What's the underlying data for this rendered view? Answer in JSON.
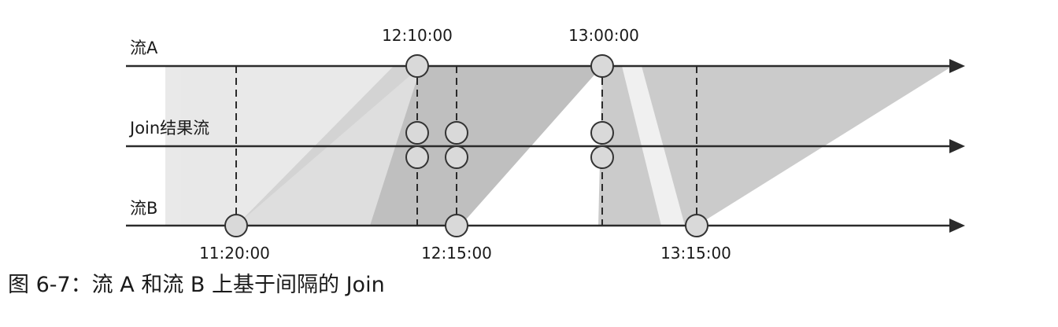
{
  "streams": {
    "a_label": "流A",
    "result_label": "Join结果流",
    "b_label": "流B"
  },
  "times": {
    "a1": "12:10:00",
    "a2": "13:00:00",
    "b1": "11:20:00",
    "b2": "12:15:00",
    "b3": "13:15:00"
  },
  "caption": "图 6-7：流 A 和流 B 上基于间隔的 Join",
  "colors": {
    "line": "#2b2b2b",
    "circle_fill": "#d9d9d9",
    "circle_stroke": "#333333",
    "band_light": "#e6e6e6",
    "band_mid": "#bdbdbd",
    "band_dark": "#8f8f8f",
    "text": "#1a1a1a"
  }
}
